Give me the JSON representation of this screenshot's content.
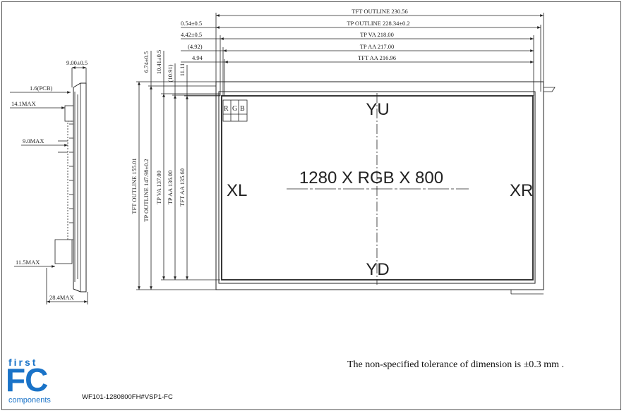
{
  "top_dimensions": {
    "tft_outline": "TFT OUTLINE 230.56",
    "tp_outline": "TP OUTLINE 228.34±0.2",
    "tp_va": "TP VA 218.00",
    "tp_aa": "TP AA 217.00",
    "tft_aa": "TFT AA 216.96",
    "offset_054": "0.54±0.5",
    "offset_442": "4.42±0.5",
    "offset_492": "(4.92)",
    "offset_494": "4.94"
  },
  "left_dimensions": {
    "tft_outline": "TFT OUTLINE 155.01",
    "tp_outline": "TP OUTLINE 147.98±0.2",
    "tp_va": "TP VA 137.00",
    "tp_aa": "TP AA 136.00",
    "tft_aa": "TFT AA 135.60",
    "offset_674": "6.74±0.5",
    "offset_1041": "10.41±0.5",
    "offset_1091": "(10.91)",
    "offset_1111": "11.11"
  },
  "side_view": {
    "thickness_top": "9.00±0.5",
    "pcb": "1.6(PCB)",
    "max_141": "14.1MAX",
    "max_90": "9.0MAX",
    "max_115": "11.5MAX",
    "max_284": "28.4MAX"
  },
  "panel": {
    "resolution": "1280 X RGB X 800",
    "yu": "YU",
    "yd": "YD",
    "xl": "XL",
    "xr": "XR",
    "rgb_r": "R",
    "rgb_g": "G",
    "rgb_b": "B"
  },
  "footer": {
    "tolerance_note": "The non-specified tolerance of dimension is ±0.3 mm .",
    "logo_first": "first",
    "logo_fc": "FC",
    "logo_components": "components",
    "model": "WF101-1280800FH#VSP1-FC"
  }
}
